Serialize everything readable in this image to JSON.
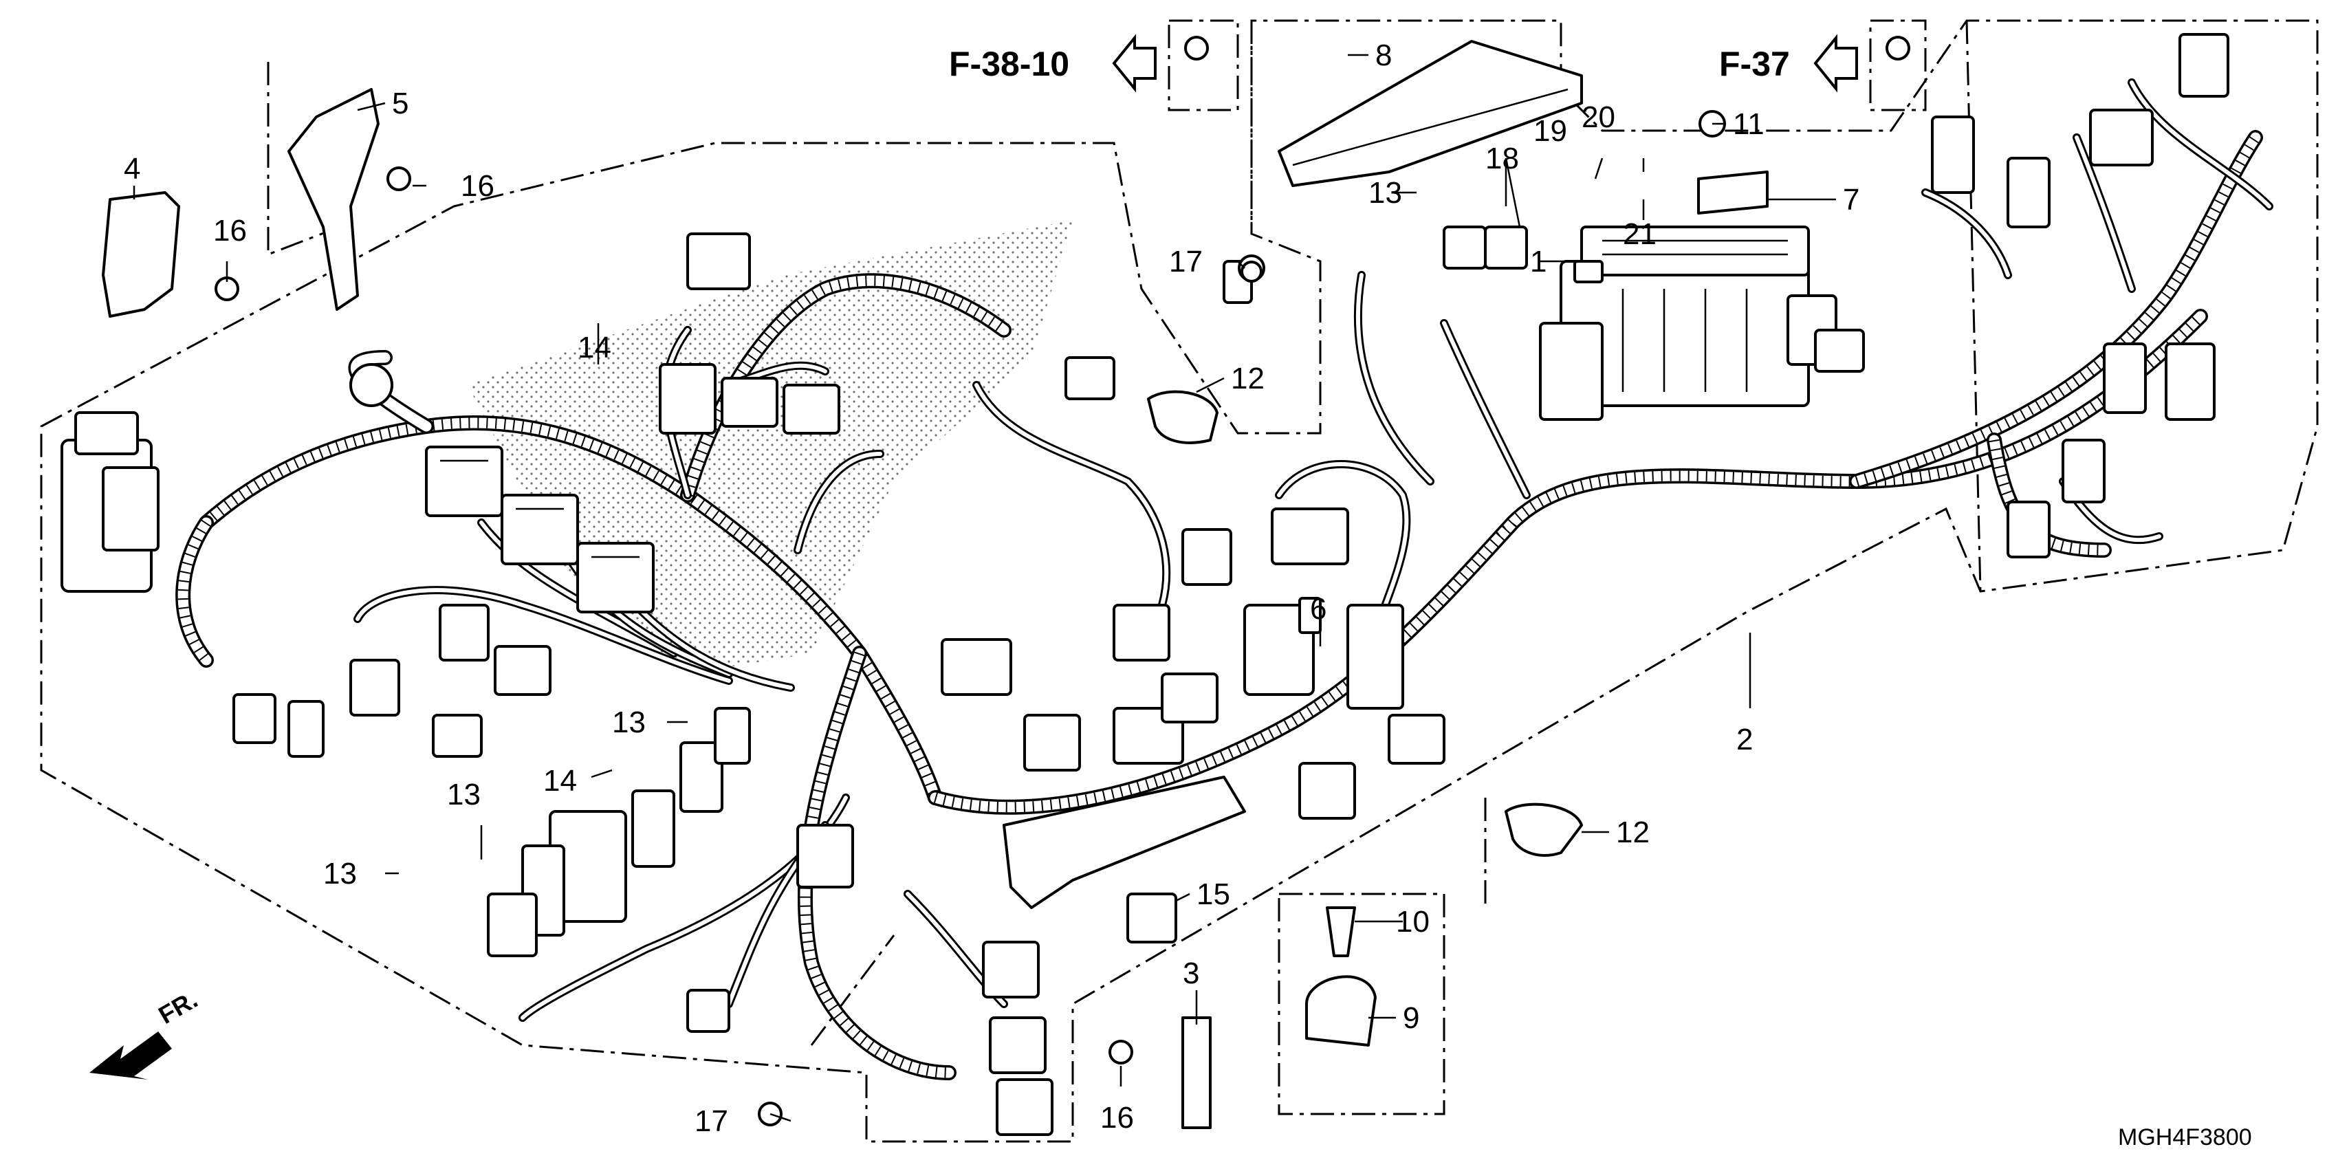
{
  "diagram": {
    "drawing_code": "MGH4F3800",
    "front_label": "FR.",
    "references": [
      {
        "id": "f38",
        "label": "F-38-10"
      },
      {
        "id": "f37",
        "label": "F-37"
      }
    ],
    "callouts": [
      {
        "id": "c1",
        "text": "1"
      },
      {
        "id": "c2",
        "text": "2"
      },
      {
        "id": "c3",
        "text": "3"
      },
      {
        "id": "c4",
        "text": "4"
      },
      {
        "id": "c5",
        "text": "5"
      },
      {
        "id": "c6",
        "text": "6"
      },
      {
        "id": "c7",
        "text": "7"
      },
      {
        "id": "c8",
        "text": "8"
      },
      {
        "id": "c9",
        "text": "9"
      },
      {
        "id": "c10",
        "text": "10"
      },
      {
        "id": "c11",
        "text": "11"
      },
      {
        "id": "c12a",
        "text": "12"
      },
      {
        "id": "c12b",
        "text": "12"
      },
      {
        "id": "c13a",
        "text": "13"
      },
      {
        "id": "c13b",
        "text": "13"
      },
      {
        "id": "c13c",
        "text": "13"
      },
      {
        "id": "c13d",
        "text": "13"
      },
      {
        "id": "c14a",
        "text": "14"
      },
      {
        "id": "c14b",
        "text": "14"
      },
      {
        "id": "c15",
        "text": "15"
      },
      {
        "id": "c16a",
        "text": "16"
      },
      {
        "id": "c16b",
        "text": "16"
      },
      {
        "id": "c16c",
        "text": "16"
      },
      {
        "id": "c17a",
        "text": "17"
      },
      {
        "id": "c17b",
        "text": "17"
      },
      {
        "id": "c18",
        "text": "18"
      },
      {
        "id": "c19",
        "text": "19"
      },
      {
        "id": "c20",
        "text": "20"
      },
      {
        "id": "c21",
        "text": "21"
      }
    ]
  }
}
